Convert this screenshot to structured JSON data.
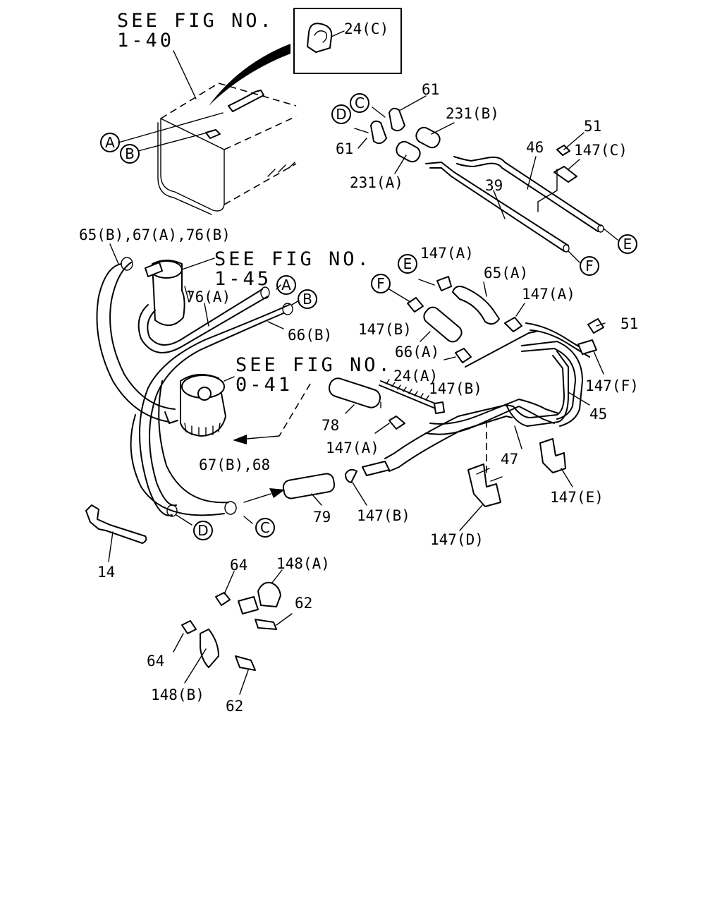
{
  "references": {
    "fig_1_40": [
      "SEE FIG NO.",
      "1-40"
    ],
    "fig_1_45": [
      "SEE FIG NO.",
      "1-45"
    ],
    "fig_0_41": [
      "SEE FIG NO.",
      "0-41"
    ]
  },
  "connectors": [
    "A",
    "B",
    "C",
    "D",
    "E",
    "F"
  ],
  "part_labels": {
    "p24c": "24(C)",
    "p61a": "61",
    "p61b": "61",
    "p231b": "231(B)",
    "p231a": "231(A)",
    "p51a": "51",
    "p46": "46",
    "p147c": "147(C)",
    "p39": "39",
    "p65b67a76b": "65(B),67(A),76(B)",
    "p76a": "76(A)",
    "p66b": "66(B)",
    "p147a_1": "147(A)",
    "p65a": "65(A)",
    "p147a_2": "147(A)",
    "p147b_1": "147(B)",
    "p66a": "66(A)",
    "p51b": "51",
    "p24a": "24(A)",
    "p147b_2": "147(B)",
    "p147f": "147(F)",
    "p45": "45",
    "p78": "78",
    "p147a_3": "147(A)",
    "p47": "47",
    "p67b68": "67(B),68",
    "p79": "79",
    "p147b_3": "147(B)",
    "p147e": "147(E)",
    "p147d": "147(D)",
    "p14": "14",
    "p64a": "64",
    "p148a": "148(A)",
    "p62a": "62",
    "p64b": "64",
    "p148b": "148(B)",
    "p62b": "62"
  }
}
